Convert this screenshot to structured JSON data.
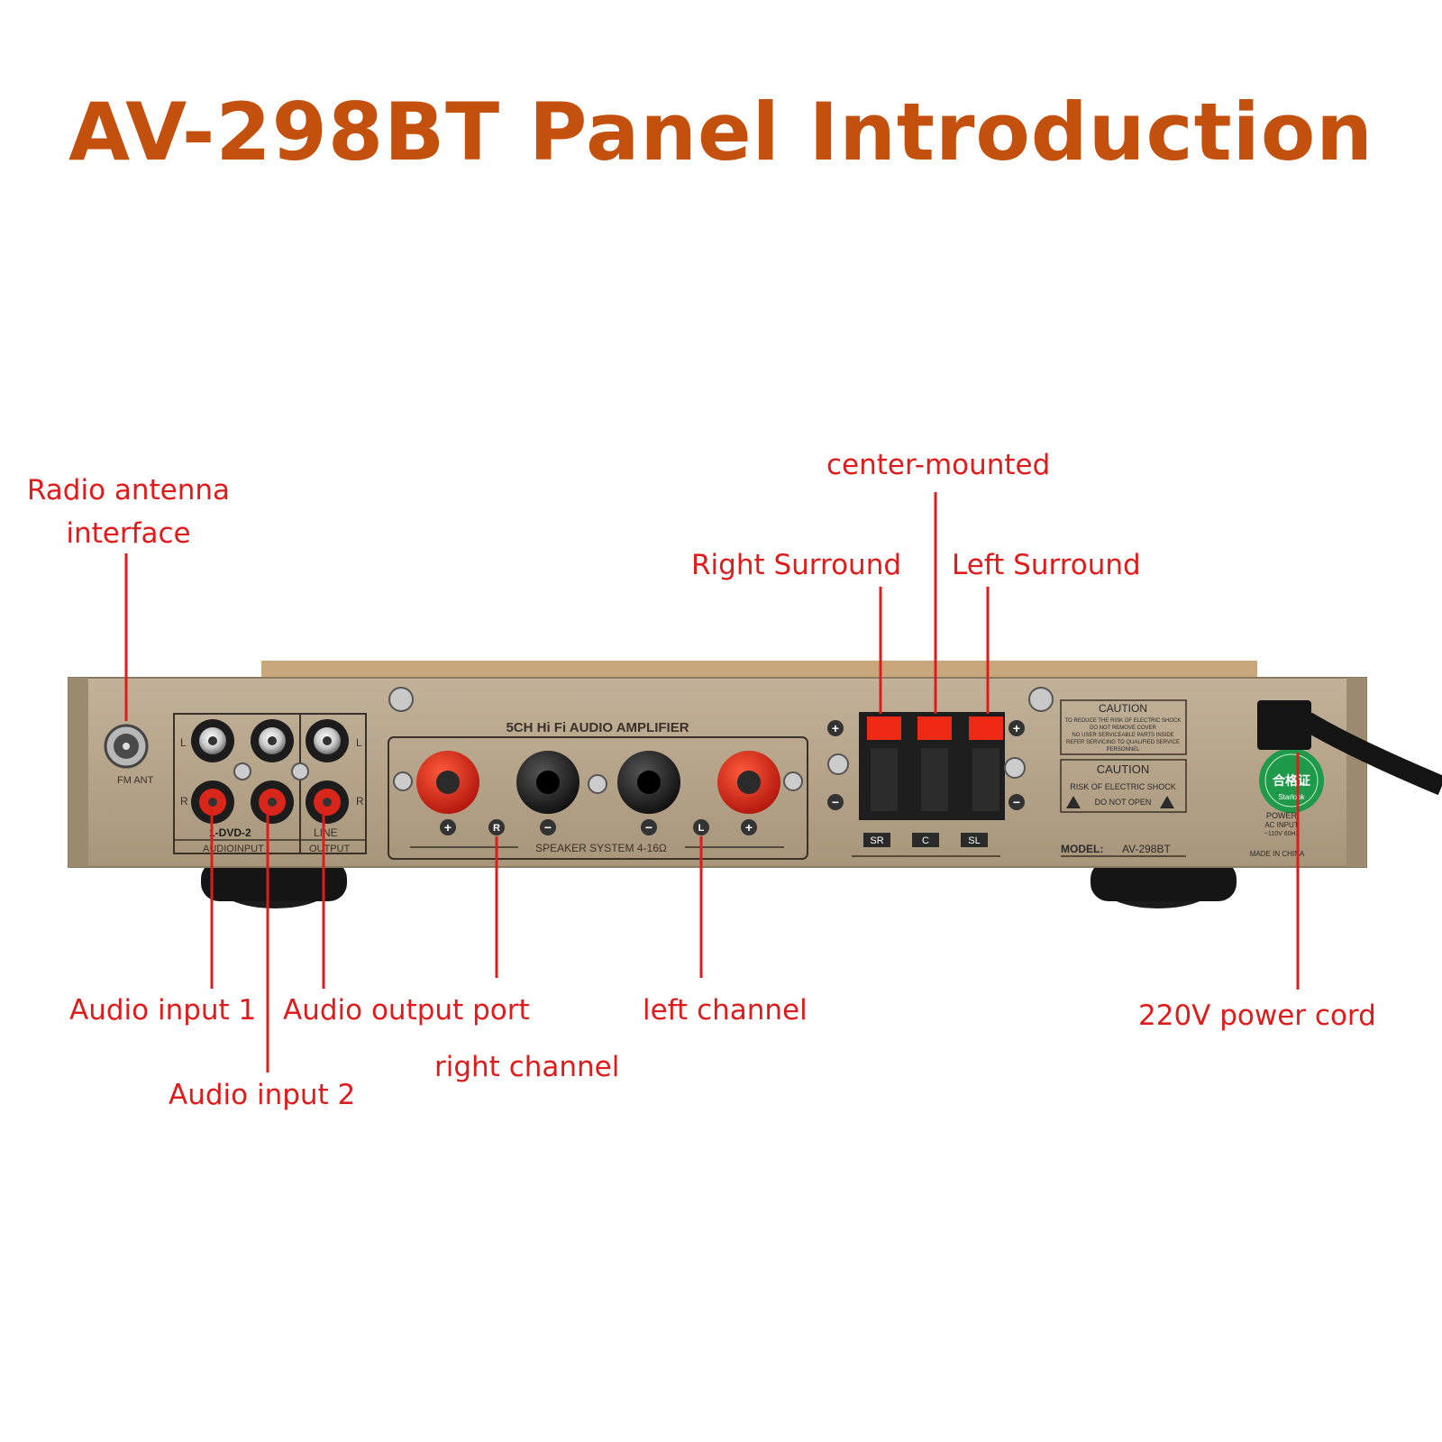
{
  "title": "AV-298BT Panel Introduction",
  "callouts": {
    "radio_antenna_line1": "Radio antenna",
    "radio_antenna_line2": "interface",
    "center_mounted": "center-mounted",
    "right_surround": "Right Surround",
    "left_surround": "Left Surround",
    "audio_input_1": "Audio input 1",
    "audio_input_2": "Audio input 2",
    "audio_output_port": "Audio output port",
    "right_channel": "right channel",
    "left_channel": "left channel",
    "power_cord": "220V power cord"
  },
  "panel": {
    "fm_ant": "FM ANT",
    "amp_name": "5CH Hi Fi AUDIO AMPLIFIER",
    "speaker_system": "SPEAKER SYSTEM 4-16Ω",
    "dvd": "1-DVD-2",
    "line": "LINE",
    "audio_input": "AUDIOINPUT",
    "output": "OUTPUT",
    "L": "L",
    "R": "R",
    "plus": "+",
    "minus": "−",
    "SR": "SR",
    "C": "C",
    "SL": "SL",
    "caution_1_title": "CAUTION",
    "caution_1_text_1": "TO REDUCE THE RISK OF ELECTRIC SHOCK",
    "caution_1_text_2": "DO NOT REMOVE COVER",
    "caution_1_text_3": "NO USER SERVICEABLE PARTS INSIDE",
    "caution_1_text_4": "REFER SERVICING TO QUALIFIED SERVICE",
    "caution_1_text_5": "PERSONNEL",
    "caution_2_title": "CAUTION",
    "caution_2_text_1": "RISK OF ELECTRIC SHOCK",
    "caution_2_text_2": "DO NOT OPEN",
    "model_label": "MODEL:",
    "model_value": "AV-298BT",
    "power_label_1": "POWER",
    "power_label_2": "AC INPUT",
    "power_label_3": "~110V 60Hz",
    "made_in": "MADE IN CHINA",
    "cert_text": "合格证",
    "cert_sub": "Starlook"
  },
  "colors": {
    "title": "#c4500d",
    "callout": "#e01b1b",
    "panel": "#b6a48a",
    "terminal_red": "#e02a18"
  }
}
